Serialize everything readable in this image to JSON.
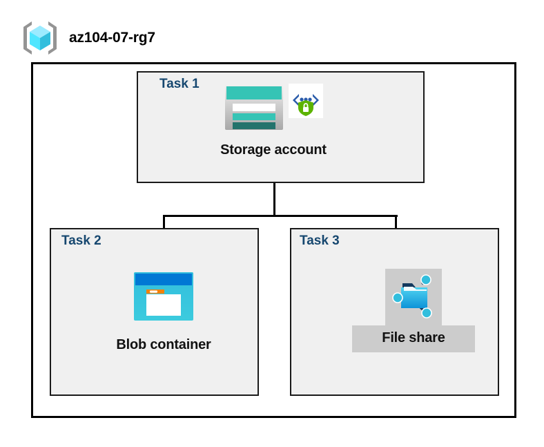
{
  "header": {
    "title": "az104-07-rg7",
    "icon": "resource-group-icon"
  },
  "diagram": {
    "container_label": "az104-07-rg7",
    "tasks": [
      {
        "label": "Task 1",
        "node_caption": "Storage account",
        "icon": "storage-account-icon",
        "badge_icon": "secure-code-shield-icon",
        "highlighted": false
      },
      {
        "label": "Task 2",
        "node_caption": "Blob container",
        "icon": "blob-container-icon",
        "highlighted": false
      },
      {
        "label": "Task 3",
        "node_caption": "File share",
        "icon": "file-share-icon",
        "highlighted": true
      }
    ],
    "connections": [
      {
        "from": "Storage account",
        "to": "Blob container"
      },
      {
        "from": "Storage account",
        "to": "File share"
      }
    ]
  },
  "colors": {
    "task_label": "#16476F",
    "task_box_fill": "#F0F0F0",
    "border": "#000000",
    "storage_teal": "#35C4B5",
    "storage_teal_dark": "#2A7B73",
    "blob_blue": "#0078D4",
    "blob_cyan": "#32BEDD",
    "blob_orange": "#F2820C",
    "fileshare_cyan": "#32BEDD",
    "highlight_gray": "#CCCCCC",
    "shield_green": "#5CB300"
  }
}
